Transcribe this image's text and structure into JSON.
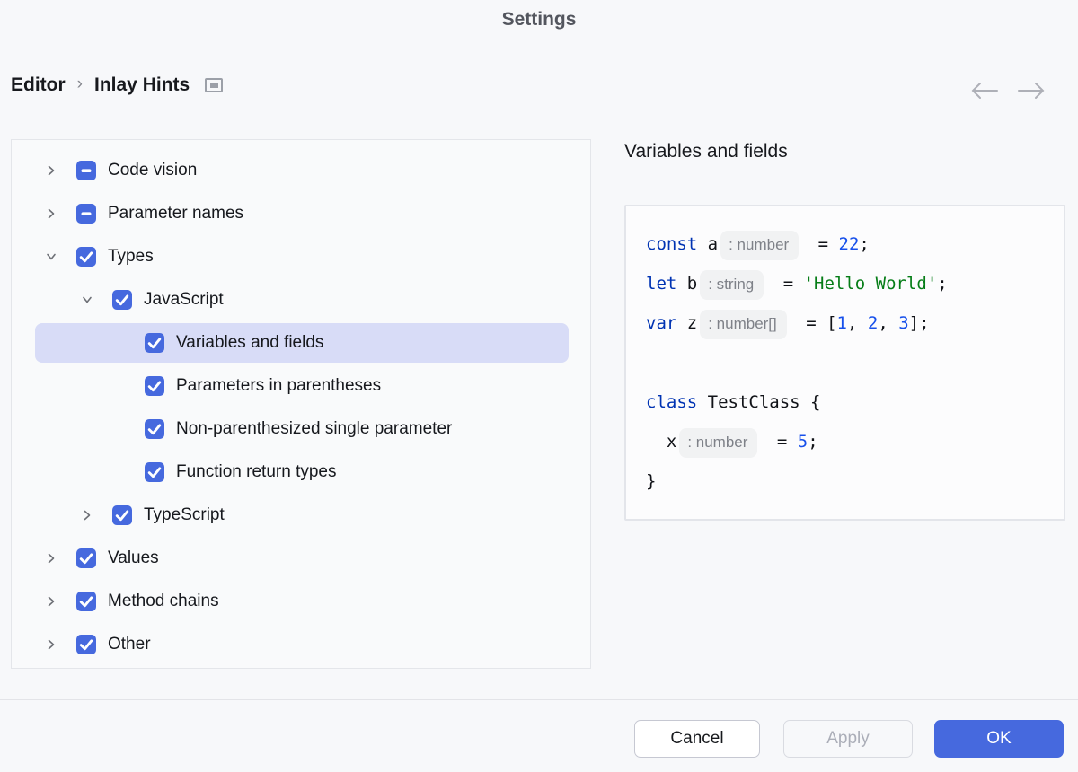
{
  "window": {
    "title": "Settings"
  },
  "breadcrumb": {
    "separator": "›",
    "path": [
      {
        "label": "Editor"
      },
      {
        "label": "Inlay Hints"
      }
    ]
  },
  "tree": {
    "items": [
      {
        "label": "Code vision",
        "level": 0,
        "chevron": "collapsed",
        "checkbox": "indeterminate",
        "selected": false
      },
      {
        "label": "Parameter names",
        "level": 0,
        "chevron": "collapsed",
        "checkbox": "indeterminate",
        "selected": false
      },
      {
        "label": "Types",
        "level": 0,
        "chevron": "expanded",
        "checkbox": "checked",
        "selected": false
      },
      {
        "label": "JavaScript",
        "level": 1,
        "chevron": "expanded",
        "checkbox": "checked",
        "selected": false
      },
      {
        "label": "Variables and fields",
        "level": 2,
        "chevron": "none",
        "checkbox": "checked",
        "selected": true
      },
      {
        "label": "Parameters in parentheses",
        "level": 2,
        "chevron": "none",
        "checkbox": "checked",
        "selected": false
      },
      {
        "label": "Non-parenthesized single parameter",
        "level": 2,
        "chevron": "none",
        "checkbox": "checked",
        "selected": false
      },
      {
        "label": "Function return types",
        "level": 2,
        "chevron": "none",
        "checkbox": "checked",
        "selected": false
      },
      {
        "label": "TypeScript",
        "level": 1,
        "chevron": "collapsed",
        "checkbox": "checked",
        "selected": false
      },
      {
        "label": "Values",
        "level": 0,
        "chevron": "collapsed",
        "checkbox": "checked",
        "selected": false
      },
      {
        "label": "Method chains",
        "level": 0,
        "chevron": "collapsed",
        "checkbox": "checked",
        "selected": false
      },
      {
        "label": "Other",
        "level": 0,
        "chevron": "collapsed",
        "checkbox": "checked",
        "selected": false
      }
    ]
  },
  "preview": {
    "title": "Variables and fields",
    "code_lines": [
      [
        {
          "t": "const",
          "c": "keyword"
        },
        {
          "t": " a",
          "c": "plain"
        },
        {
          "t": ": number",
          "c": "hint"
        },
        {
          "t": " = ",
          "c": "plain"
        },
        {
          "t": "22",
          "c": "number"
        },
        {
          "t": ";",
          "c": "plain"
        }
      ],
      [
        {
          "t": "let",
          "c": "keyword"
        },
        {
          "t": " b",
          "c": "plain"
        },
        {
          "t": ": string",
          "c": "hint"
        },
        {
          "t": " = ",
          "c": "plain"
        },
        {
          "t": "'Hello World'",
          "c": "string"
        },
        {
          "t": ";",
          "c": "plain"
        }
      ],
      [
        {
          "t": "var",
          "c": "keyword"
        },
        {
          "t": " z",
          "c": "plain"
        },
        {
          "t": ": number[]",
          "c": "hint"
        },
        {
          "t": " = [",
          "c": "plain"
        },
        {
          "t": "1",
          "c": "number"
        },
        {
          "t": ", ",
          "c": "plain"
        },
        {
          "t": "2",
          "c": "number"
        },
        {
          "t": ", ",
          "c": "plain"
        },
        {
          "t": "3",
          "c": "number"
        },
        {
          "t": "];",
          "c": "plain"
        }
      ],
      [],
      [
        {
          "t": "class",
          "c": "keyword"
        },
        {
          "t": " TestClass {",
          "c": "plain"
        }
      ],
      [
        {
          "t": "  x",
          "c": "plain"
        },
        {
          "t": ": number",
          "c": "hint"
        },
        {
          "t": " = ",
          "c": "plain"
        },
        {
          "t": "5",
          "c": "number"
        },
        {
          "t": ";",
          "c": "plain"
        }
      ],
      [
        {
          "t": "}",
          "c": "plain"
        }
      ]
    ]
  },
  "buttons": {
    "cancel": "Cancel",
    "apply": "Apply",
    "ok": "OK"
  },
  "colors": {
    "accent": "#4669DE",
    "selection_bg": "#D8DCF7",
    "keyword": "#0033B3",
    "number": "#1750EB",
    "string": "#067D17",
    "hint_text": "#7E8188",
    "hint_bg": "#F1F2F3"
  }
}
